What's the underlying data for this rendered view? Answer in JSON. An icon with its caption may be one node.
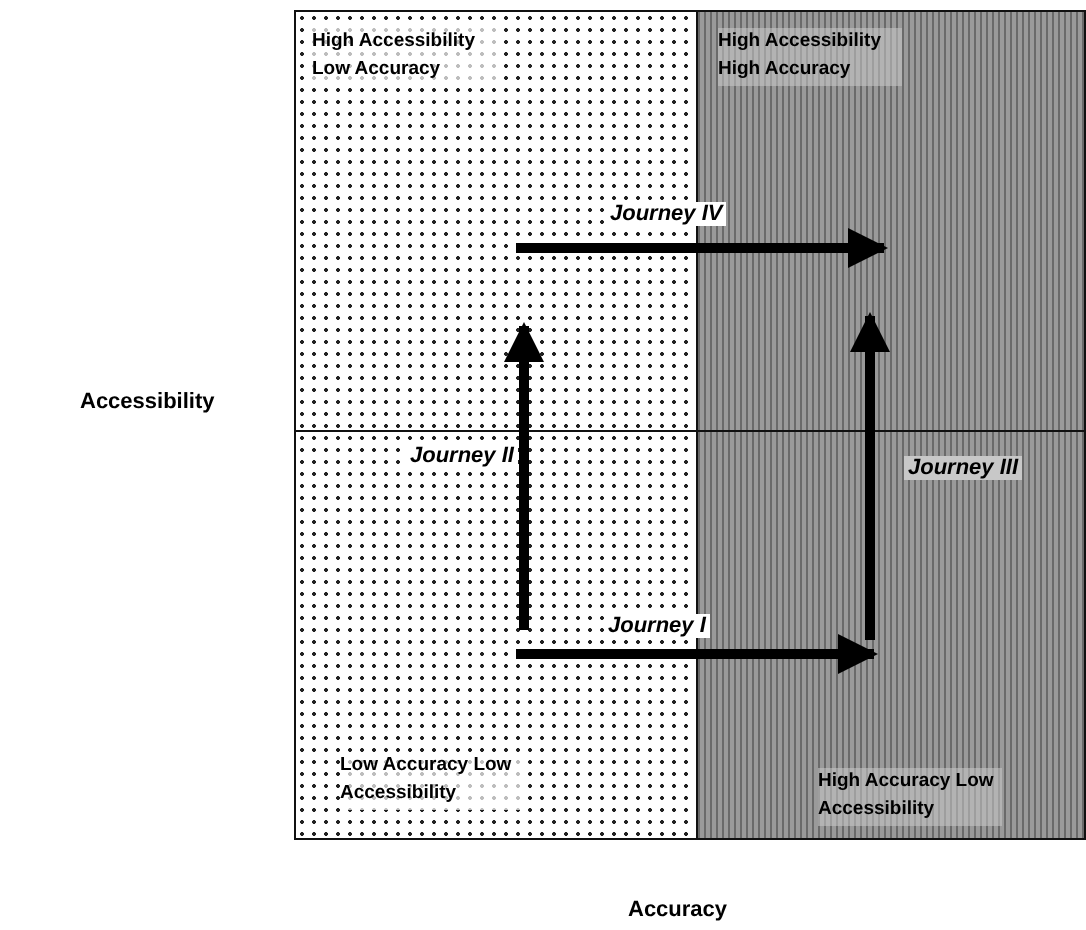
{
  "diagram": {
    "nodes": [
      {
        "text": [
          "High Accessibility Low Accuracy"
        ]
      },
      {
        "text": [
          "High Accessibility High Accuracy"
        ]
      },
      {
        "text": [
          "Low Accuracy Low Accessibility"
        ]
      },
      {
        "text": [
          "High Accuracy Low Accessibility"
        ]
      }
    ],
    "edges": [
      {
        "from": 2,
        "to": 3,
        "arrow": "to",
        "label": "Journey I"
      },
      {
        "from": 2,
        "to": 0,
        "arrow": "to",
        "label": "Journey II"
      },
      {
        "from": 3,
        "to": 1,
        "arrow": "to",
        "label": "Journey III"
      },
      {
        "from": 0,
        "to": 1,
        "arrow": "to",
        "label": "Journey IV"
      }
    ],
    "labels": [
      "Accessibility",
      "Accuracy"
    ]
  }
}
